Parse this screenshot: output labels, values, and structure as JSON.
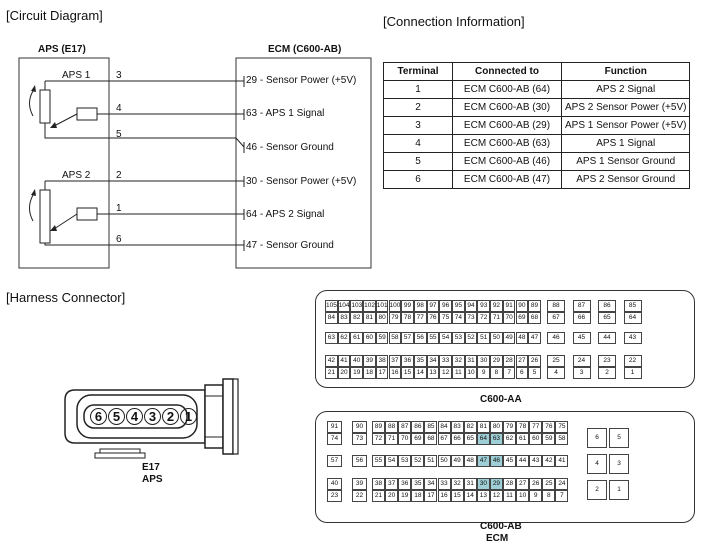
{
  "titles": {
    "circuit": "[Circuit Diagram]",
    "connection": "[Connection Information]",
    "harness": "[Harness Connector]"
  },
  "circuit": {
    "aps_label": "APS (E17)",
    "ecm_label": "ECM (C600-AB)",
    "aps1": "APS 1",
    "aps2": "APS 2",
    "terminals": [
      "3",
      "4",
      "5",
      "2",
      "1",
      "6"
    ],
    "ecm_pins": [
      "29 - Sensor Power (+5V)",
      "63 - APS 1 Signal",
      "46 - Sensor Ground",
      "30 - Sensor Power (+5V)",
      "64 - APS 2 Signal",
      "47 - Sensor Ground"
    ]
  },
  "connection_table": {
    "headers": [
      "Terminal",
      "Connected to",
      "Function"
    ],
    "rows": [
      [
        "1",
        "ECM C600-AB (64)",
        "APS 2 Signal"
      ],
      [
        "2",
        "ECM C600-AB (30)",
        "APS 2 Sensor Power (+5V)"
      ],
      [
        "3",
        "ECM C600-AB (29)",
        "APS 1 Sensor Power (+5V)"
      ],
      [
        "4",
        "ECM C600-AB (63)",
        "APS 1 Signal"
      ],
      [
        "5",
        "ECM C600-AB (46)",
        "APS 1 Sensor Ground"
      ],
      [
        "6",
        "ECM C600-AB (47)",
        "APS 2 Sensor Ground"
      ]
    ]
  },
  "e17": {
    "pins": [
      "6",
      "5",
      "4",
      "3",
      "2",
      "1"
    ],
    "label1": "E17",
    "label2": "APS"
  },
  "c600aa": {
    "label": "C600-AA",
    "groups": [
      [
        [
          "105",
          "104",
          "103",
          "102",
          "101",
          "100",
          "99",
          "98",
          "97",
          "96",
          "95",
          "94",
          "93",
          "92",
          "91",
          "90",
          "89"
        ],
        [
          "84",
          "83",
          "82",
          "81",
          "80",
          "79",
          "78",
          "77",
          "76",
          "75",
          "74",
          "73",
          "72",
          "71",
          "70",
          "69",
          "68"
        ]
      ],
      [
        [
          "88",
          "87",
          "86",
          "85"
        ],
        [
          "67",
          "66",
          "65",
          "64"
        ]
      ],
      [
        [
          "63",
          "62",
          "61",
          "60",
          "59",
          "58",
          "57",
          "56",
          "55",
          "54",
          "53",
          "52",
          "51",
          "50",
          "49",
          "48",
          "47"
        ]
      ],
      [
        [
          "46",
          "45",
          "44",
          "43"
        ]
      ],
      [
        [
          "42",
          "41",
          "40",
          "39",
          "38",
          "37",
          "36",
          "35",
          "34",
          "33",
          "32",
          "31",
          "30",
          "29",
          "28",
          "27",
          "26"
        ],
        [
          "21",
          "20",
          "19",
          "18",
          "17",
          "16",
          "15",
          "14",
          "13",
          "12",
          "11",
          "10",
          "9",
          "8",
          "7",
          "6",
          "5"
        ]
      ],
      [
        [
          "25",
          "24",
          "23",
          "22"
        ],
        [
          "4",
          "3",
          "2",
          "1"
        ]
      ]
    ]
  },
  "c600ab": {
    "label": "C600-AB",
    "label2": "ECM",
    "highlight_color": "#9ecfd6",
    "highlighted": [
      "64",
      "63",
      "47",
      "46",
      "30",
      "29"
    ],
    "rows": [
      {
        "left": [
          "91",
          "90"
        ],
        "main": [
          "89",
          "88",
          "87",
          "86",
          "85",
          "84",
          "83",
          "82",
          "81",
          "80",
          "79",
          "78",
          "77",
          "76",
          "75"
        ]
      },
      {
        "left": [
          "74",
          "73"
        ],
        "main": [
          "72",
          "71",
          "70",
          "69",
          "68",
          "67",
          "66",
          "65",
          "64",
          "63",
          "62",
          "61",
          "60",
          "59",
          "58"
        ]
      },
      {
        "left": [
          "57",
          "56"
        ],
        "main": [
          "55",
          "54",
          "53",
          "52",
          "51",
          "50",
          "49",
          "48",
          "47",
          "46",
          "45",
          "44",
          "43",
          "42",
          "41"
        ]
      },
      {
        "left": [
          "40",
          "39"
        ],
        "main": [
          "38",
          "37",
          "36",
          "35",
          "34",
          "33",
          "32",
          "31",
          "30",
          "29",
          "28",
          "27",
          "26",
          "25",
          "24"
        ]
      },
      {
        "left": [
          "23",
          "22"
        ],
        "main": [
          "21",
          "20",
          "19",
          "18",
          "17",
          "16",
          "15",
          "14",
          "13",
          "12",
          "11",
          "10",
          "9",
          "8",
          "7"
        ]
      }
    ],
    "right": [
      [
        "6",
        "5"
      ],
      [
        "4",
        "3"
      ],
      [
        "2",
        "1"
      ]
    ]
  }
}
